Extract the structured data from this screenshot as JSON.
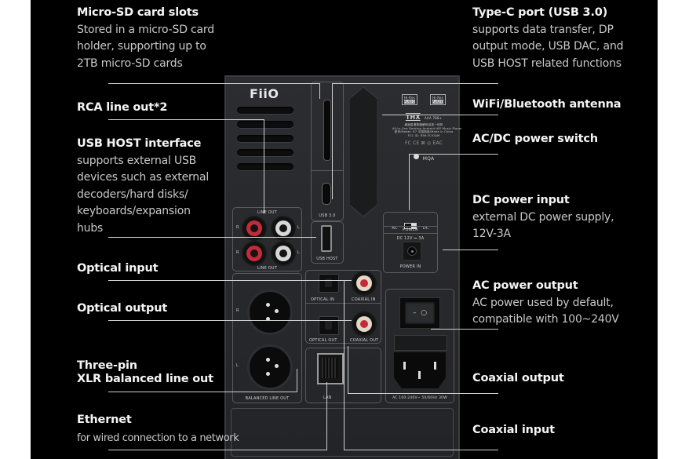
{
  "callouts_left": [
    {
      "title": "Micro-SD card slots",
      "desc": [
        "Stored in a micro-SD card",
        "holder, supporting up to",
        "2TB micro-SD cards"
      ]
    },
    {
      "title": "RCA line out*2",
      "desc": []
    },
    {
      "title": "USB HOST interface",
      "desc": [
        "supports external USB",
        "devices such as external",
        "decoders/hard disks/",
        "keyboards/expansion",
        "hubs"
      ]
    },
    {
      "title": "Optical input",
      "desc": []
    },
    {
      "title": "Optical output",
      "desc": []
    },
    {
      "title": "Three-pin",
      "title2": "XLR balanced line out",
      "desc": []
    },
    {
      "title": "Ethernet",
      "desc": [
        "for wired connection to a network"
      ]
    }
  ],
  "callouts_right": [
    {
      "title": "Type-C port (USB 3.0)",
      "desc": [
        "supports data transfer, DP",
        "output mode, USB DAC, and",
        " USB HOST related functions"
      ]
    },
    {
      "title": "WiFi/Bluetooth antenna",
      "desc": []
    },
    {
      "title": "AC/DC power switch",
      "desc": []
    },
    {
      "title": "DC power input",
      "desc": [
        "external DC power supply,",
        "12V-3A"
      ]
    },
    {
      "title": "AC power output",
      "desc": [
        "AC power used by default,",
        "compatible with 100~240V"
      ]
    },
    {
      "title": "Coaxial output",
      "desc": []
    },
    {
      "title": "Coaxial input",
      "desc": []
    }
  ],
  "device": {
    "brand": "FiiO",
    "labels": {
      "line_out_top": "LINE OUT",
      "line_out_bottom": "LINE OUT",
      "r": "R",
      "l": "L",
      "usb3": "USB 3.0",
      "usb_host": "USB HOST",
      "optical_in": "OPTICAL IN",
      "coaxial_in": "COAXIAL IN",
      "optical_out": "OPTICAL OUT",
      "coaxial_out": "COAXIAL OUT",
      "balanced_line_out": "BALANCED  LINE OUT",
      "lan": "LAN",
      "power_switch_ac": "AC",
      "power_switch_dc": "DC",
      "power": "POWER",
      "dc_spec": "DC 12V ⎓ 3A",
      "power_in": "POWER  IN",
      "ac_spec": "AC 100-240V~ 50/60Hz 30W"
    },
    "badges": {
      "hires_1_top": "Hi-Res",
      "hires_1_bottom": "AUDIO",
      "hires_2_top": "Hi-Res",
      "hires_2_bottom": "AUDIO",
      "thx": "THX",
      "thx_model": "AAA 788+",
      "cn_line": "桌面高清数播解码耳放一体机",
      "product_line": "All-in-One Desktop Android HiFi Music Player",
      "model_line": "型号/Model: R7   中国制造/Made in China",
      "fcc_line": "FCC ID: R56-FCIOQM",
      "certs": "FC  CE  ⊠  ◎  EAC",
      "mqa": "MQA"
    },
    "switch_symbols": {
      "off": "–",
      "on": "○"
    }
  },
  "colors": {
    "background": "#000000",
    "page_margin": "#ffffff",
    "rca_red": "#c22b3a",
    "rca_white": "#d8d8d8",
    "leader_line": "#cfcfcf"
  }
}
